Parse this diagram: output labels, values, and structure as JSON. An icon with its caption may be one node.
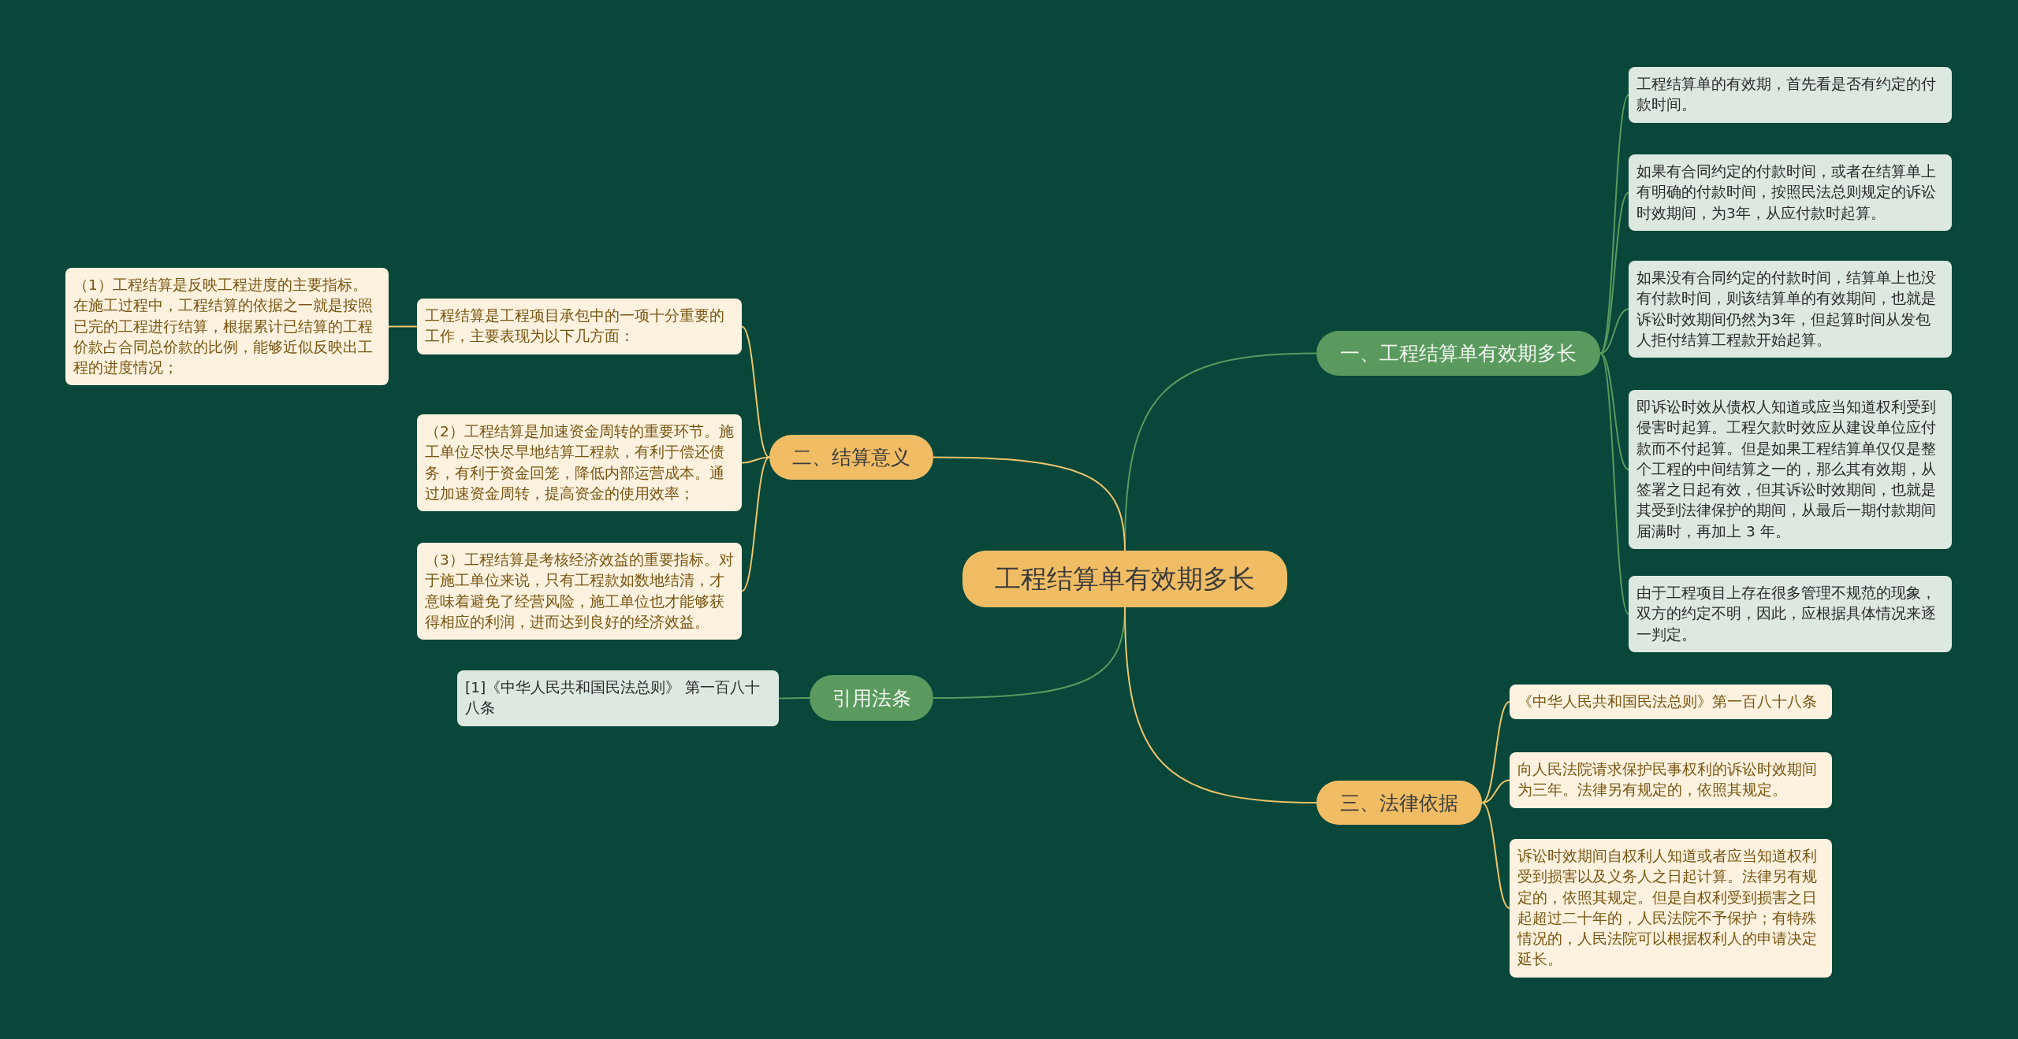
{
  "diagram": {
    "nodes": [
      {
        "text": [
          "工程结算单有效期多长"
        ]
      },
      {
        "text": [
          "一、工程结算单有效期多长"
        ]
      },
      {
        "text": [
          "工程结算单的有效期，首先看是否有约定的付款时间。"
        ]
      },
      {
        "text": [
          "如果有合同约定的付款时间，或者在结算单上有明确的付款时间，按照民法总则规定的诉讼时效期间，为3年，从应付款时起算。"
        ]
      },
      {
        "text": [
          "如果没有合同约定的付款时间，结算单上也没有付款时间，则该结算单的有效期间，也就是诉讼时效期间仍然为3年，但起算时间从发包人拒付结算工程款开始起算。"
        ]
      },
      {
        "text": [
          "即诉讼时效从债权人知道或应当知道权利受到侵害时起算。工程欠款时效应从建设单位应付款而不付起算。但是如果工程结算单仅仅是整个工程的中间结算之一的，那么其有效期，从签署之日起有效，但其诉讼时效期间，也就是其受到法律保护的期间，从最后一期付款期间届满时，再加上 3 年。"
        ]
      },
      {
        "text": [
          "由于工程项目上存在很多管理不规范的现象，双方的约定不明，因此，应根据具体情况来逐一判定。"
        ]
      },
      {
        "text": [
          "二、结算意义"
        ]
      },
      {
        "text": [
          "工程结算是工程项目承包中的一项十分重要的工作，主要表现为以下几方面："
        ]
      },
      {
        "text": [
          "（1）工程结算是反映工程进度的主要指标。在施工过程中，工程结算的依据之一就是按照已完的工程进行结算，根据累计已结算的工程价款占合同总价款的比例，能够近似反映出工程的进度情况；"
        ]
      },
      {
        "text": [
          "（2）工程结算是加速资金周转的重要环节。施工单位尽快尽早地结算工程款，有利于偿还债务，有利于资金回笼，降低内部运营成本。通过加速资金周转，提高资金的使用效率；"
        ]
      },
      {
        "text": [
          "（3）工程结算是考核经济效益的重要指标。对于施工单位来说，只有工程款如数地结清，才意味着避免了经营风险，施工单位也才能够获得相应的利润，进而达到良好的经济效益。"
        ]
      },
      {
        "text": [
          "引用法条"
        ]
      },
      {
        "text": [
          "[1]《中华人民共和国民法总则》 第一百八十八条"
        ]
      },
      {
        "text": [
          "三、法律依据"
        ]
      },
      {
        "text": [
          "《中华人民共和国民法总则》第一百八十八条"
        ]
      },
      {
        "text": [
          "向人民法院请求保护民事权利的诉讼时效期间为三年。法律另有规定的，依照其规定。"
        ]
      },
      {
        "text": [
          "诉讼时效期间自权利人知道或者应当知道权利受到损害以及义务人之日起计算。法律另有规定的，依照其规定。但是自权利受到损害之日起超过二十年的，人民法院不予保护；有特殊情况的，人民法院可以根据权利人的申请决定延长。"
        ]
      }
    ],
    "edges": [
      {
        "from": 0,
        "to": 1,
        "arrow": "none",
        "color": "#5a9a5e"
      },
      {
        "from": 1,
        "to": 2,
        "arrow": "none",
        "color": "#5a9a5e"
      },
      {
        "from": 1,
        "to": 3,
        "arrow": "none",
        "color": "#5a9a5e"
      },
      {
        "from": 1,
        "to": 4,
        "arrow": "none",
        "color": "#5a9a5e"
      },
      {
        "from": 1,
        "to": 5,
        "arrow": "none",
        "color": "#5a9a5e"
      },
      {
        "from": 1,
        "to": 6,
        "arrow": "none",
        "color": "#5a9a5e"
      },
      {
        "from": 0,
        "to": 7,
        "arrow": "none"
      },
      {
        "from": 7,
        "to": 8,
        "arrow": "none"
      },
      {
        "from": 8,
        "to": 9,
        "arrow": "none"
      },
      {
        "from": 7,
        "to": 10,
        "arrow": "none"
      },
      {
        "from": 7,
        "to": 11,
        "arrow": "none"
      },
      {
        "from": 0,
        "to": 12,
        "arrow": "none",
        "color": "#5a9a5e"
      },
      {
        "from": 12,
        "to": 13,
        "arrow": "none",
        "color": "#5a9a5e"
      },
      {
        "from": 0,
        "to": 14,
        "arrow": "none"
      },
      {
        "from": 14,
        "to": 15,
        "arrow": "none"
      },
      {
        "from": 14,
        "to": 16,
        "arrow": "none"
      },
      {
        "from": 14,
        "to": 17,
        "arrow": "none"
      }
    ]
  }
}
